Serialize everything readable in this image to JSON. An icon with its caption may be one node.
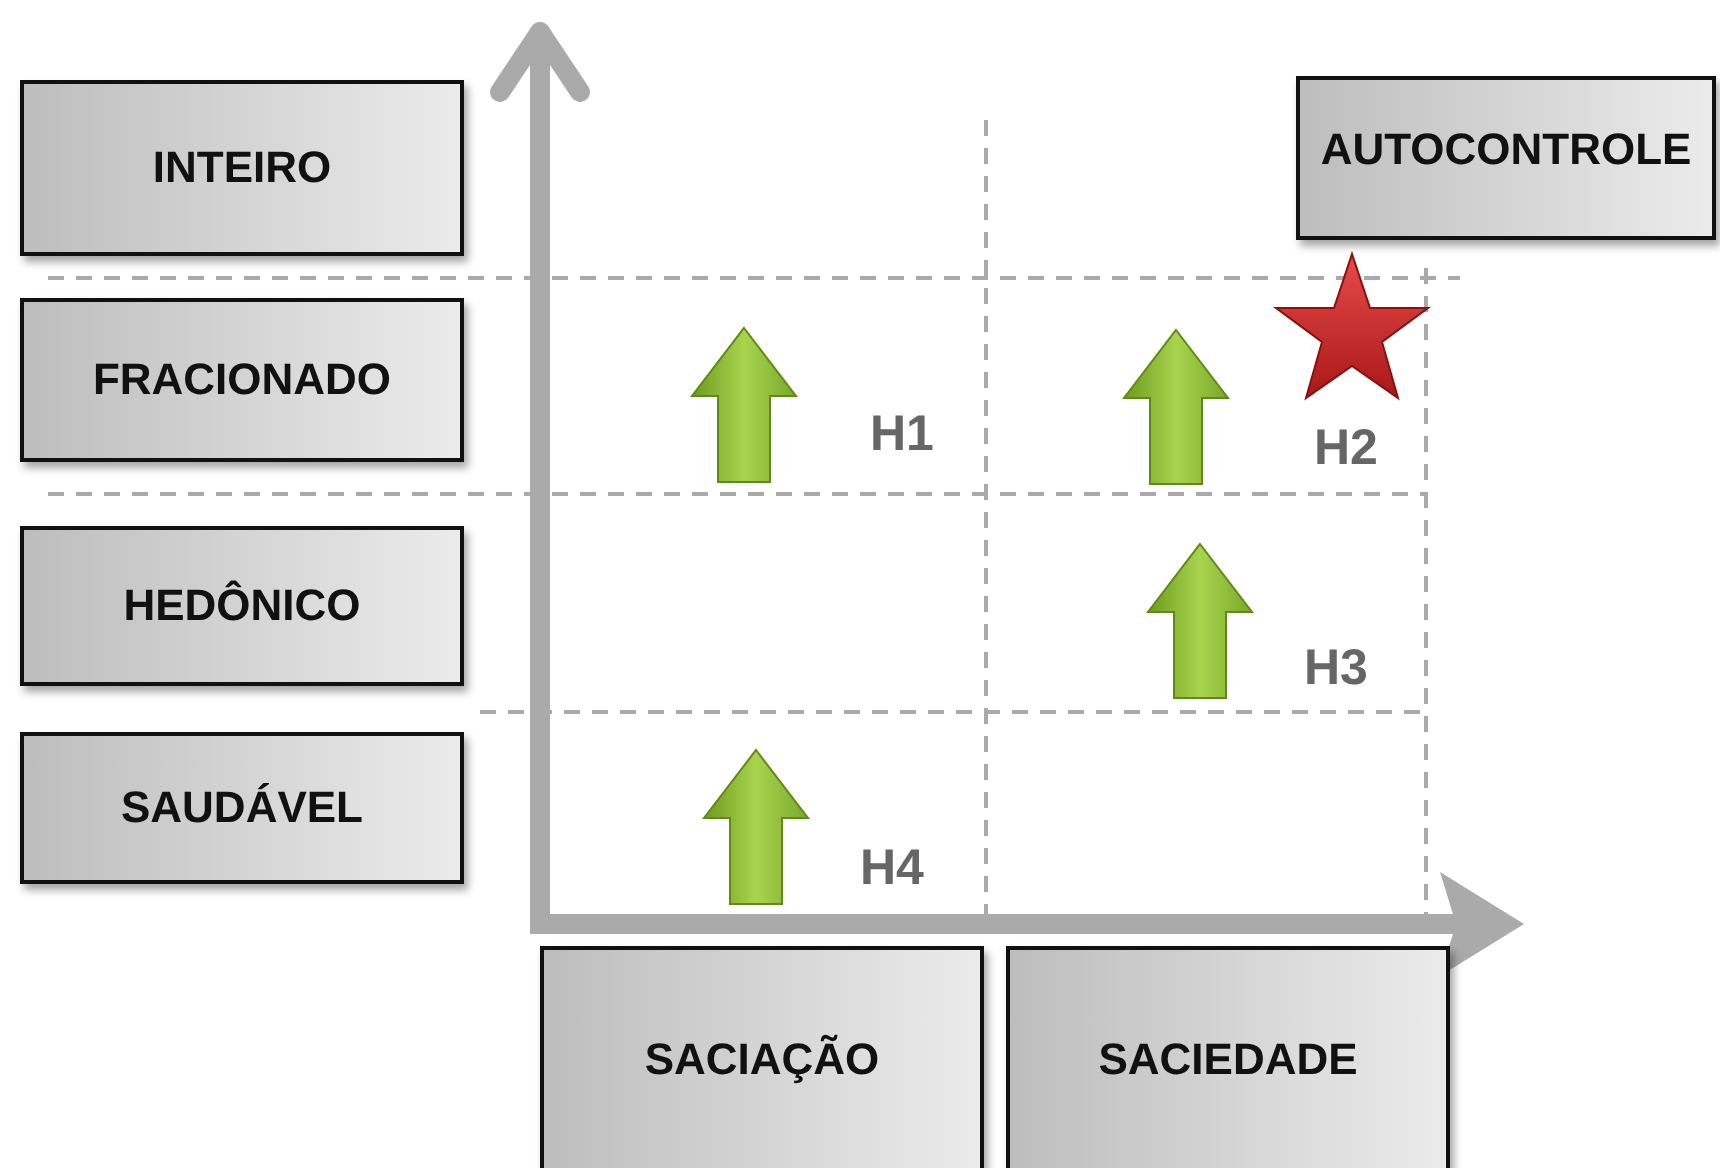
{
  "diagram": {
    "nodes": [
      {
        "text": [
          "INTEIRO"
        ]
      },
      {
        "text": [
          "FRACIONADO"
        ]
      },
      {
        "text": [
          "HEDÔNICO"
        ]
      },
      {
        "text": [
          "SAUDÁVEL"
        ]
      },
      {
        "text": [
          "AUTOCONTROLE"
        ]
      },
      {
        "text": [
          "SACIAÇÃO"
        ]
      },
      {
        "text": [
          "SACIEDADE"
        ]
      }
    ],
    "labels": [
      "H1",
      "H2",
      "H3",
      "H4"
    ]
  }
}
